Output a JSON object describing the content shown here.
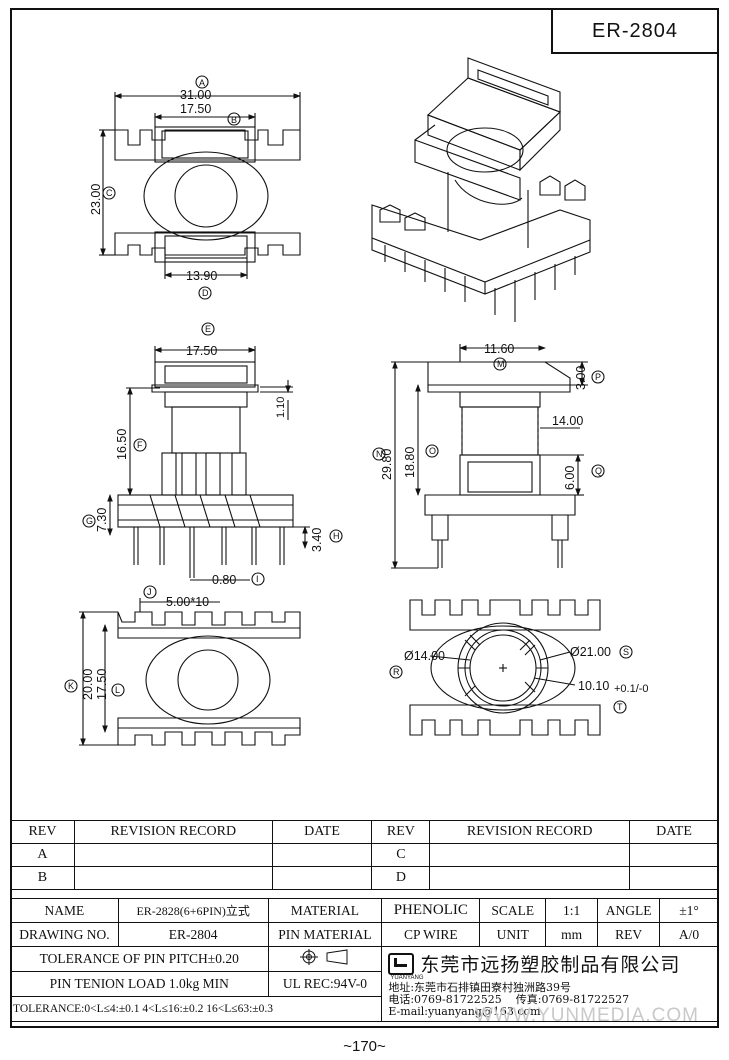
{
  "part_number": "ER-2804",
  "page_number": "~170~",
  "watermark": "WWW.YUNMEDIA.COM",
  "top_view": {
    "dim_A": "31.00",
    "dim_B": "17.50",
    "dim_C": "23.00",
    "dim_D": "13.90",
    "mark_A": "A",
    "mark_B": "B",
    "mark_C": "C",
    "mark_D": "D"
  },
  "front_view": {
    "dim_E": "17.50",
    "dim_F": "16.50",
    "dim_G": "7.30",
    "dim_H": "3.40",
    "dim_I": "0.80",
    "dim_top": "1.10",
    "mark_E": "E",
    "mark_F": "F",
    "mark_G": "G",
    "mark_H": "H",
    "mark_I": "I"
  },
  "side_view": {
    "dim_M": "11.60",
    "dim_P": "3.00",
    "dim_14": "14.00",
    "dim_N": "29.80",
    "dim_O": "18.80",
    "dim_Q": "6.00",
    "mark_M": "M",
    "mark_N": "N",
    "mark_O": "O",
    "mark_P": "P",
    "mark_Q": "Q"
  },
  "bottom_view": {
    "dim_J": "5.00*10",
    "dim_K": "20.00",
    "dim_L": "17.50",
    "mark_J": "J",
    "mark_K": "K",
    "mark_L": "L"
  },
  "round_view": {
    "dim_R": "Ø14.00",
    "dim_S": "Ø21.00",
    "dim_T": "10.10",
    "tol_T": "+0.1/-0",
    "mark_R": "R",
    "mark_S": "S",
    "mark_T": "T"
  },
  "revision_table": {
    "headers": [
      "REV",
      "REVISION RECORD",
      "DATE",
      "REV",
      "REVISION RECORD",
      "DATE"
    ],
    "rows": [
      [
        "A",
        "",
        "",
        "C",
        "",
        ""
      ],
      [
        "B",
        "",
        "",
        "D",
        "",
        ""
      ]
    ]
  },
  "title_block": {
    "name_label": "NAME",
    "name_value": "ER-2828(6+6PIN)立式",
    "material_label": "MATERIAL",
    "material_value": "PHENOLIC",
    "scale_label": "SCALE",
    "scale_value": "1:1",
    "angle_label": "ANGLE",
    "angle_value": "±1°",
    "drawing_no_label": "DRAWING NO.",
    "drawing_no_value": "ER-2804",
    "pin_material_label": "PIN MATERIAL",
    "pin_material_value": "CP WIRE",
    "unit_label": "UNIT",
    "unit_value": "mm",
    "rev_label": "REV",
    "rev_value": "A/0",
    "pin_pitch_tolerance": "TOLERANCE OF PIN PITCH±0.20",
    "pin_tension": "PIN TENION LOAD 1.0kg MIN",
    "ul_rec": "UL REC:94V-0",
    "tolerance": "TOLERANCE:0<L≤4:±0.1  4<L≤16:±0.2  16<L≤63:±0.3",
    "logo_text": "YUANYANG",
    "company_name": "东莞市远扬塑胶制品有限公司",
    "address": "地址:东莞市石排镇田寮村独洲路39号",
    "phone": "电话:0769-81722525",
    "fax": "传真:0769-81722527",
    "email": "E-mail:yuanyang@163.com"
  }
}
